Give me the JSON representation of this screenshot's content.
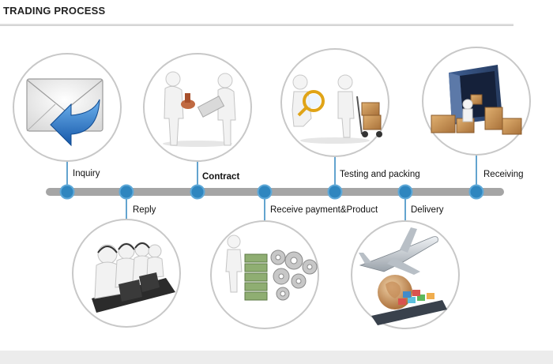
{
  "title": "TRADING  PROCESS",
  "colors": {
    "timeline": "#a5a5a5",
    "node": "#2f86bf",
    "node_edge": "#5fa9d8",
    "circle_edge": "#c8c8c8"
  },
  "steps": [
    {
      "label": "Inquiry",
      "icon": "envelope-reply-icon",
      "position": "top"
    },
    {
      "label": "Reply",
      "icon": "headset-operators-icon",
      "position": "bottom"
    },
    {
      "label": "Contract",
      "icon": "handshake-contract-icon",
      "position": "top"
    },
    {
      "label": "Receive payment&Product",
      "icon": "money-gears-icon",
      "position": "bottom"
    },
    {
      "label": "Testing and packing",
      "icon": "magnifier-cart-icon",
      "position": "top"
    },
    {
      "label": "Delivery",
      "icon": "plane-ship-globe-icon",
      "position": "bottom"
    },
    {
      "label": "Receiving",
      "icon": "container-boxes-icon",
      "position": "top"
    }
  ]
}
